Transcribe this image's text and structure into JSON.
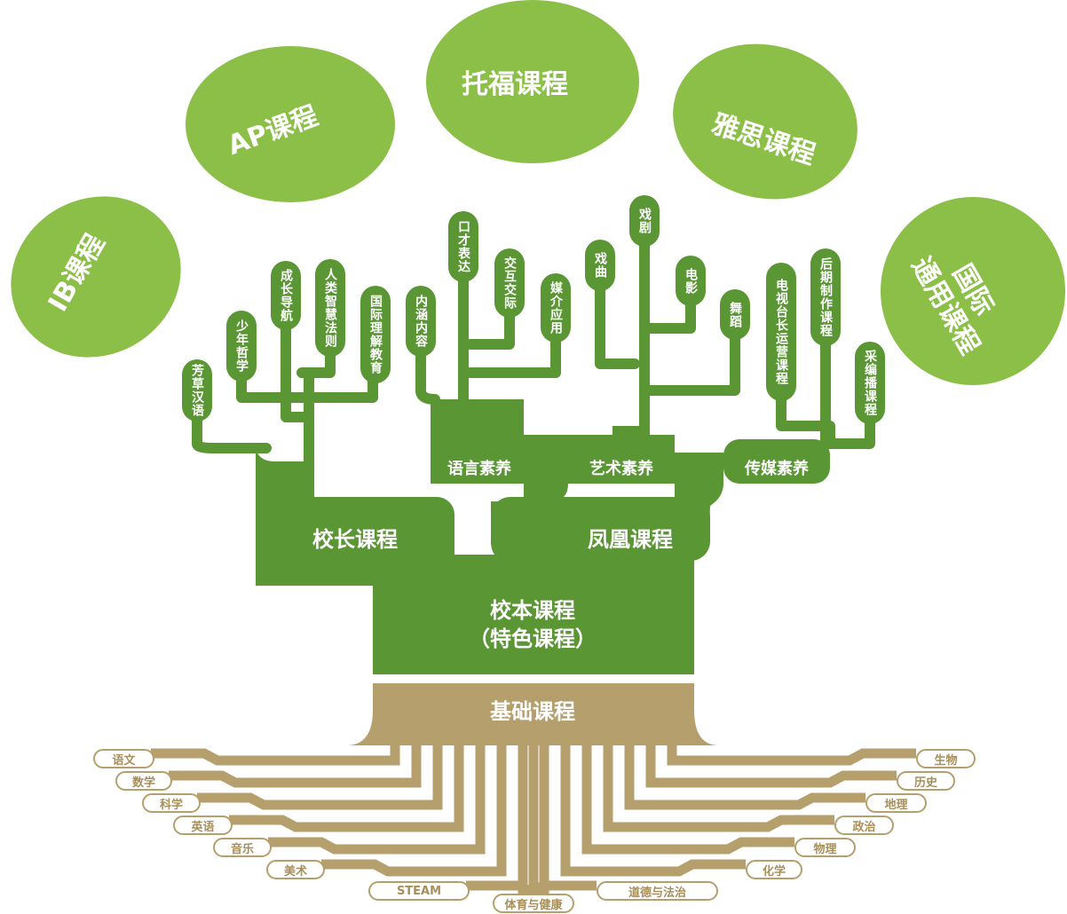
{
  "colors": {
    "dark_green": "#5a9634",
    "light_green": "#8cbf47",
    "tan": "#b59f6c"
  },
  "international": {
    "ib": "IB课程",
    "ap": "AP课程",
    "toefl": "托福课程",
    "ielts": "雅思课程",
    "general": [
      "国际",
      "通用课程"
    ]
  },
  "school_based": {
    "title": "校本课程",
    "subtitle": "（特色课程）"
  },
  "principal": {
    "title": "校长课程",
    "leaves": [
      "芳草汉语",
      "少年哲学",
      "成长导航",
      "人类智慧法则",
      "国际理解教育"
    ]
  },
  "phoenix": {
    "title": "凤凰课程",
    "language": {
      "title": "语言素养",
      "leaves": [
        "内涵内容",
        "口才表达",
        "交互交际",
        "媒介应用"
      ]
    },
    "art": {
      "title": "艺术素养",
      "leaves": [
        "戏曲",
        "戏剧",
        "电影",
        "舞蹈"
      ]
    },
    "media": {
      "title": "传媒素养",
      "leaves": [
        "电视台长运营课程",
        "后期制作课程",
        "采编播课程"
      ]
    }
  },
  "foundation": {
    "title": "基础课程",
    "left": [
      "语文",
      "数学",
      "科学",
      "英语",
      "音乐",
      "美术",
      "STEAM"
    ],
    "center": "体育与健康",
    "right": [
      "生物",
      "历史",
      "地理",
      "政治",
      "物理",
      "化学",
      "道德与法治"
    ]
  }
}
